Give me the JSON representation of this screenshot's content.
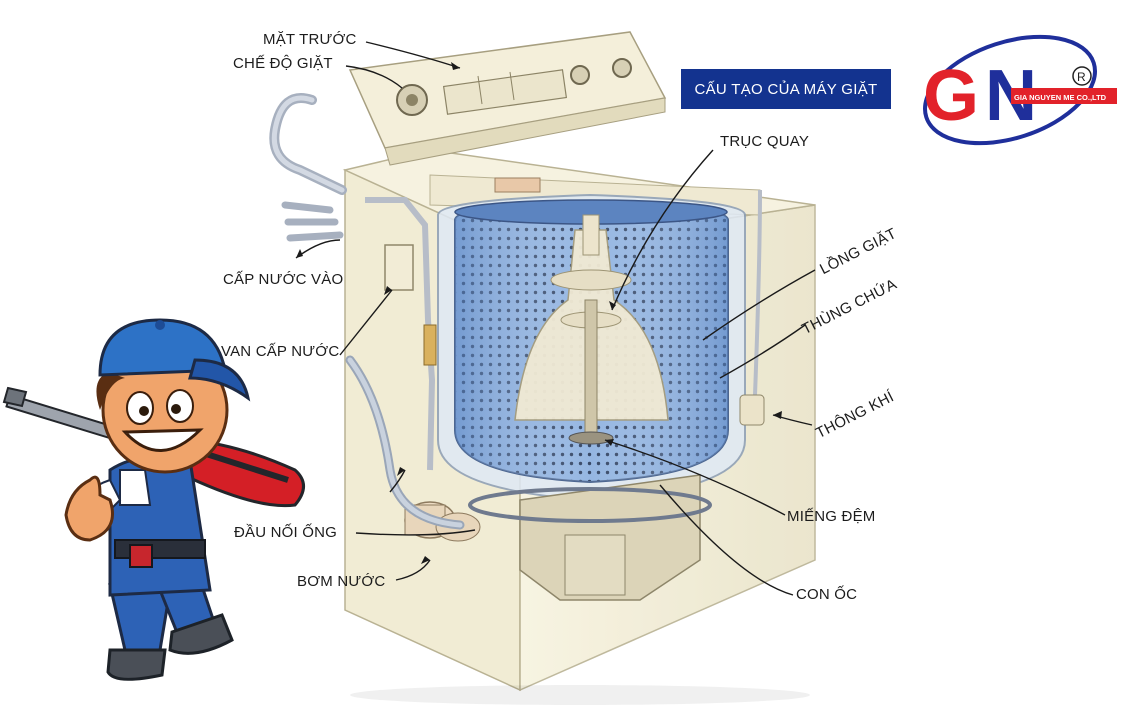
{
  "title": "CẤU TẠO CỦA MÁY GIẶT",
  "logo": {
    "mark": "GN",
    "registered": "R",
    "company": "GIA NGUYEN ME CO.,LTD"
  },
  "labels": {
    "mat_truoc": "MẶT TRƯỚC",
    "che_do_giat": "CHẾ ĐỘ GIẶT",
    "truc_quay": "TRỤC QUAY",
    "cap_nuoc_vao": "CẤP NƯỚC VÀO",
    "long_giat": "LỒNG GIẶT",
    "thung_chua": "THÙNG CHỨA",
    "van_cap_nuoc": "VAN CẤP NƯỚC",
    "thong_khi": "THÔNG KHÍ",
    "dau_noi_ong": "ĐẦU NỐI ỐNG",
    "mieng_dem": "MIẾNG ĐỆM",
    "bom_nuoc": "BƠM NƯỚC",
    "con_oc": "CON ỐC"
  },
  "colors": {
    "title_bg": "#13338f",
    "logo_red": "#e2222a",
    "logo_blue": "#1f2f9b",
    "cabinet": "#f3efd9",
    "drum": "#7ea4d8",
    "overall_blue": "#1d58b8"
  }
}
